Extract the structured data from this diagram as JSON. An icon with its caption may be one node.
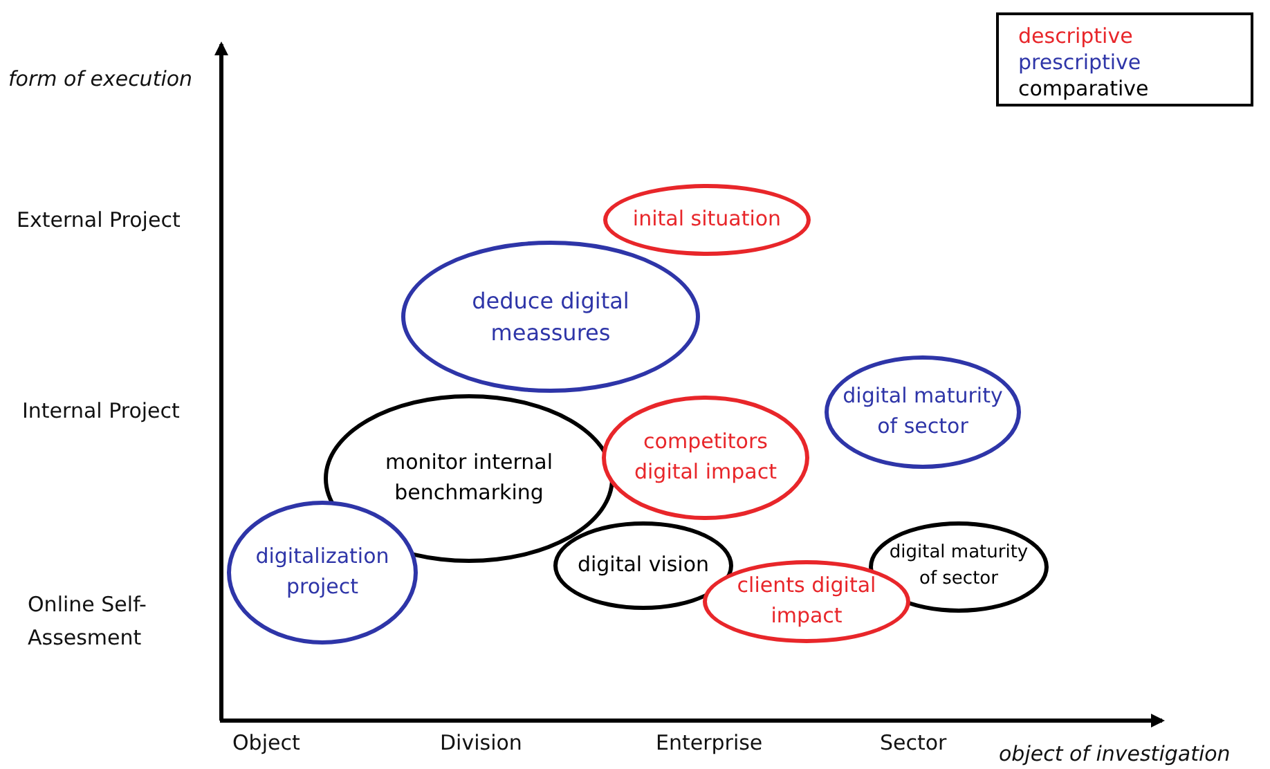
{
  "diagram": {
    "nodes": [
      {
        "text": [
          "inital situation"
        ]
      },
      {
        "text": [
          "deduce digital meassures"
        ]
      },
      {
        "text": [
          "digital maturity of sector"
        ]
      },
      {
        "text": [
          "competitors digital impact"
        ]
      },
      {
        "text": [
          "monitor internal benchmarking"
        ]
      },
      {
        "text": [
          "digitalization project"
        ]
      },
      {
        "text": [
          "digital vision"
        ]
      },
      {
        "text": [
          "clients digital impact"
        ]
      },
      {
        "text": [
          "digital maturity of sector"
        ]
      }
    ],
    "edges": [],
    "labels": [
      "form of execution",
      "External Project",
      "Internal Project",
      "Online Self-Assesment",
      "Object",
      "Division",
      "Enterprise",
      "Sector",
      "object of investigation"
    ],
    "legend": [
      {
        "text": "descriptive",
        "color": "#e8262a"
      },
      {
        "text": "prescriptive",
        "color": "#2e35a8"
      },
      {
        "text": "comparative",
        "color": "#000000"
      }
    ]
  }
}
